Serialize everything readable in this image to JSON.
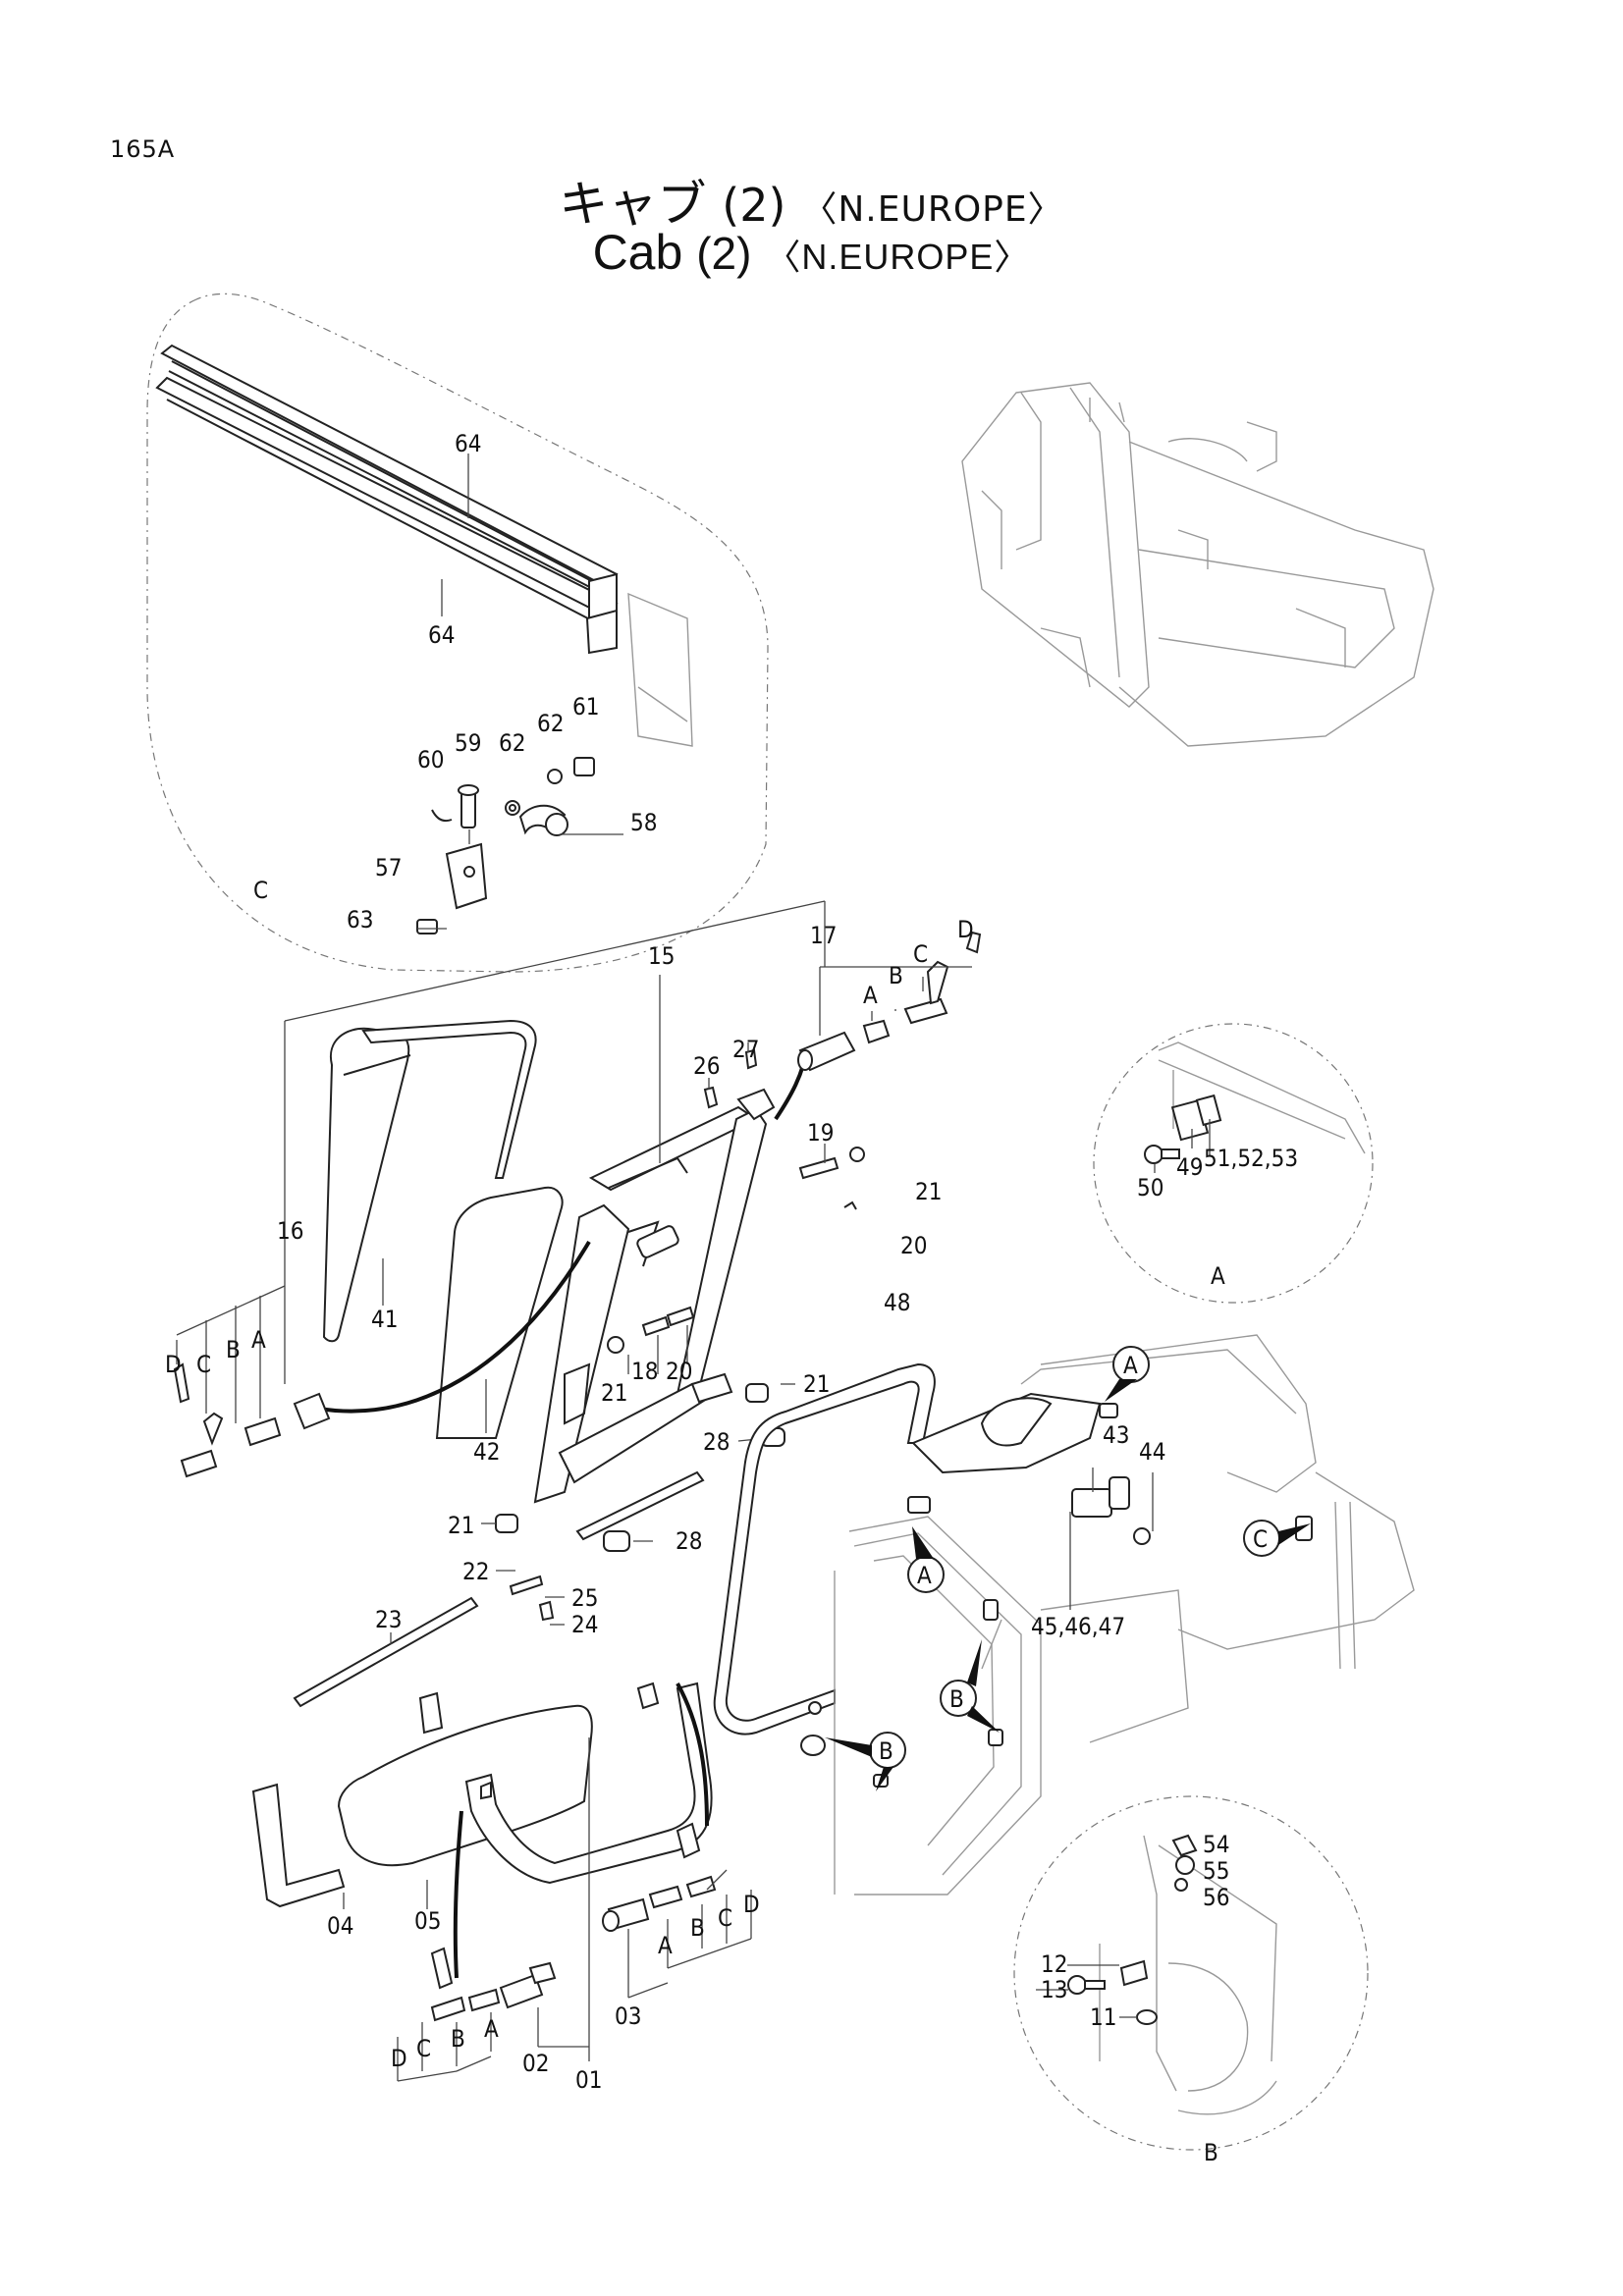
{
  "page_number": "165A",
  "title": {
    "jp_main": "キャブ",
    "en_main": "Cab",
    "number": "(2)",
    "region": "〈N.EUROPE〉"
  },
  "detail_markers": {
    "c": "C",
    "a": "A",
    "b": "B"
  },
  "callouts": {
    "a1": "A",
    "a2": "A",
    "b1": "B",
    "b2": "B",
    "c1": "C"
  },
  "labels": {
    "l64a": "64",
    "l64b": "64",
    "l60": "60",
    "l59": "59",
    "l62a": "62",
    "l62b": "62",
    "l61": "61",
    "l58": "58",
    "l57": "57",
    "l63": "63",
    "l15": "15",
    "l17": "17",
    "l17a": "A",
    "l17b": "B",
    "l17c": "C",
    "l17d": "D",
    "l26": "26",
    "l27": "27",
    "l19": "19",
    "l21a": "21",
    "l20a": "20",
    "l16": "16",
    "l16d": "D",
    "l16c": "C",
    "l16b": "B",
    "l16a": "A",
    "l41": "41",
    "l42": "42",
    "l21b": "21",
    "l18": "18",
    "l20b": "20",
    "l21c": "21",
    "l28a": "28",
    "l21d": "21",
    "l28b": "28",
    "l22": "22",
    "l23": "23",
    "l25": "25",
    "l24": "24",
    "l48": "48",
    "l43": "43",
    "l44": "44",
    "l45": "45,46,47",
    "l49": "49",
    "l50": "50",
    "l51": "51,52,53",
    "l04": "04",
    "l05": "05",
    "l01": "01",
    "l02": "02",
    "l03": "03",
    "l03a": "A",
    "l03b": "B",
    "l03c": "C",
    "l03d": "D",
    "l02d": "D",
    "l02c": "C",
    "l02b": "B",
    "l02a": "A",
    "l54": "54",
    "l55": "55",
    "l56": "56",
    "l12": "12",
    "l13": "13",
    "l11": "11"
  }
}
